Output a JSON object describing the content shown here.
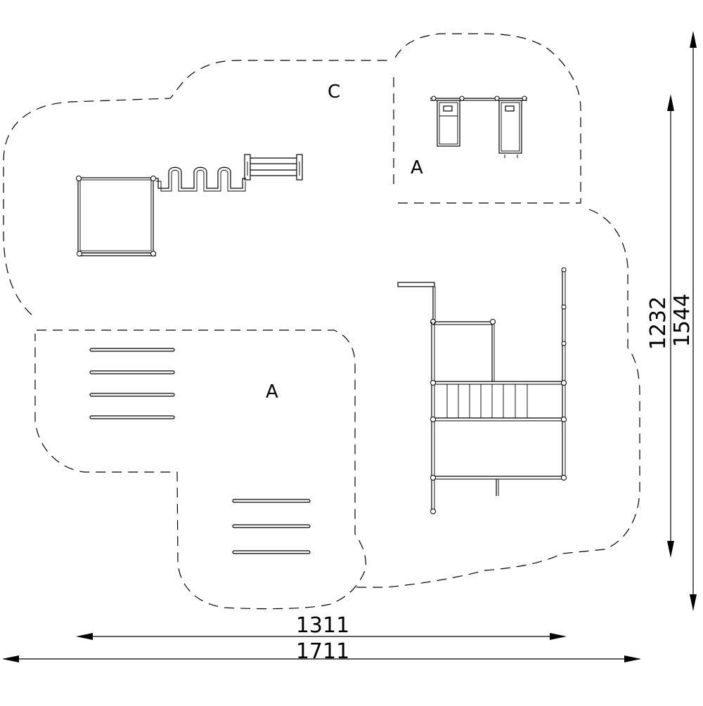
{
  "zones": {
    "label_c": "C",
    "label_a_top": "A",
    "label_a_mid": "A"
  },
  "dimensions": {
    "width_inner": "1311",
    "width_outer": "1711",
    "height_inner": "1232",
    "height_outer": "1544"
  }
}
